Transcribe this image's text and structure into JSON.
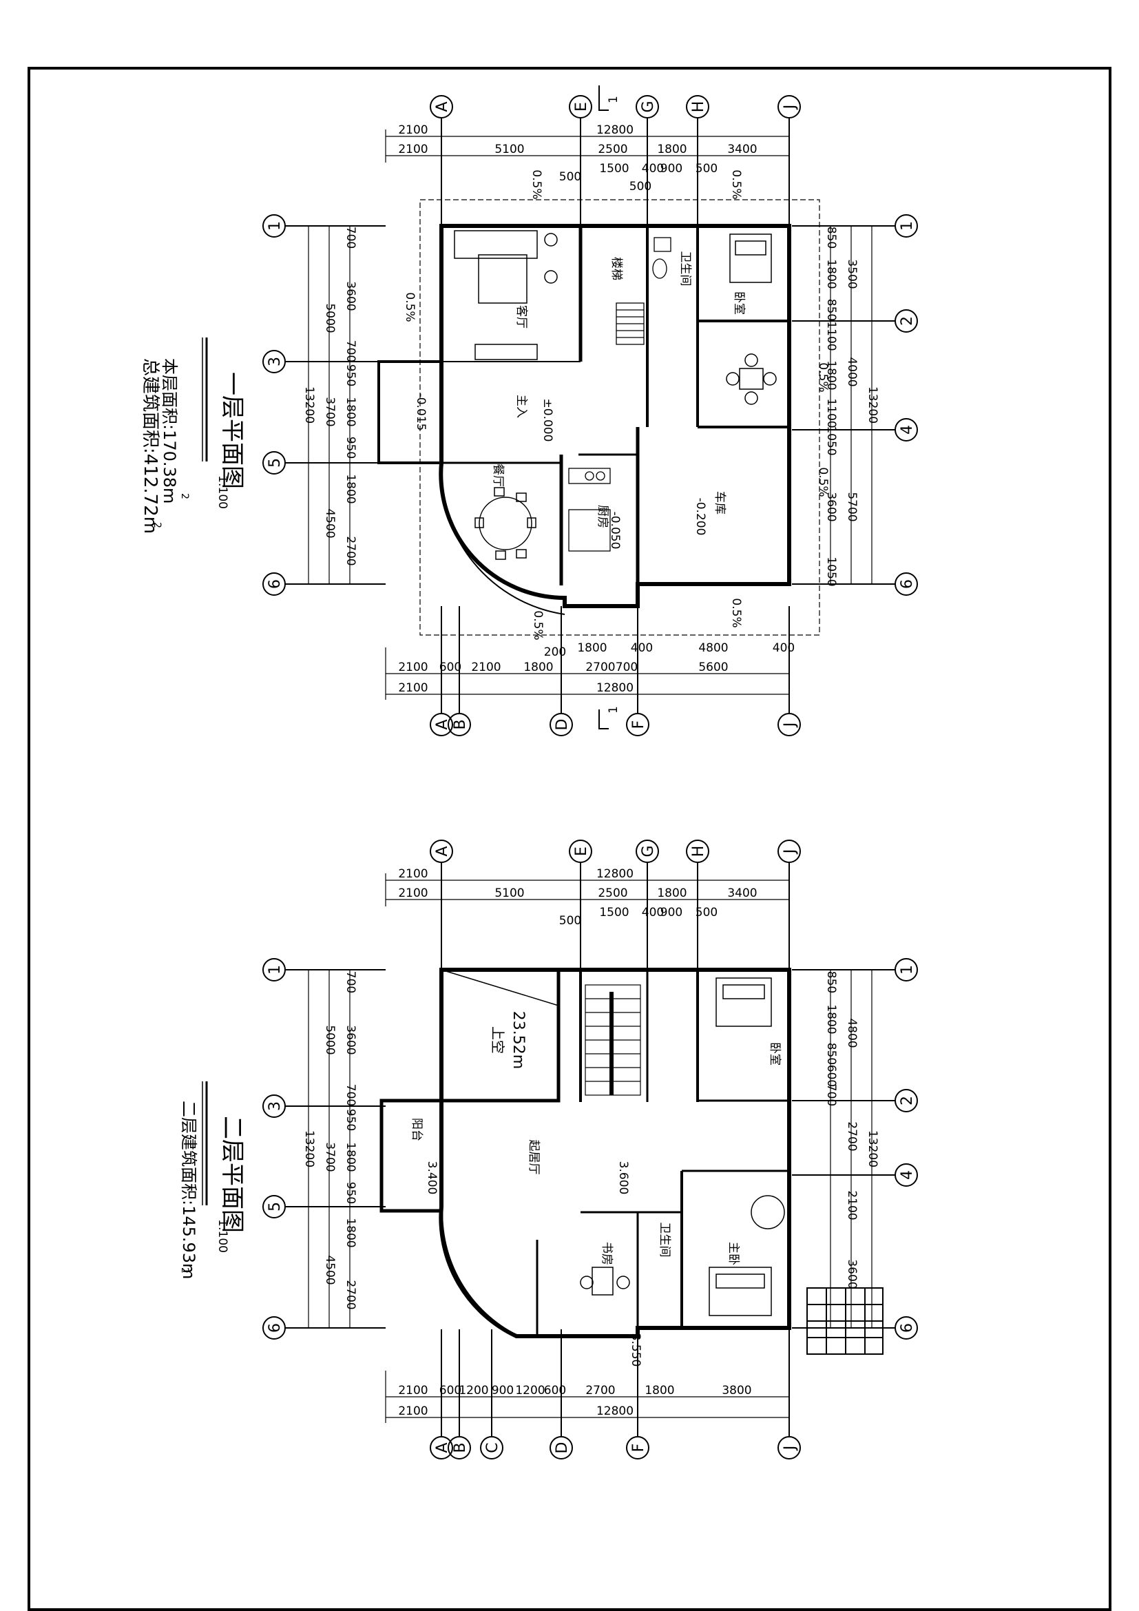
{
  "sheet": {
    "ground_floor": {
      "title": "一层平面图",
      "scale": "1:100",
      "area_line_1": "本层面积:170.38m",
      "area_line_2": "总建筑面积:412.72m",
      "area_sup": "2",
      "grid_axes_top": [
        "A",
        "E",
        "G",
        "H",
        "J"
      ],
      "grid_axes_bottom": [
        "A",
        "B",
        "D",
        "F",
        "J"
      ],
      "grid_axes_side": [
        "1",
        "2",
        "3",
        "4",
        "5",
        "6"
      ],
      "dims_top_total": "12800",
      "dims_top_left": "2100",
      "dims_top_spans": [
        "2100",
        "5100",
        "2500",
        "1800",
        "3400"
      ],
      "dims_top_detail": [
        "500",
        "1500",
        "400",
        "900",
        "500",
        "500"
      ],
      "dims_left_total": "13200",
      "dims_left_spans": [
        "5000",
        "3700",
        "4500"
      ],
      "dims_left_detail": [
        "700",
        "3600",
        "700",
        "950",
        "1800",
        "950",
        "1800",
        "2700"
      ],
      "dims_right_total": "13200",
      "dims_right_spans": [
        "3500",
        "4000",
        "5700"
      ],
      "dims_right_detail": [
        "850",
        "1800",
        "850",
        "1100",
        "1800",
        "1100",
        "1050",
        "3600",
        "1050"
      ],
      "dims_bottom_detail": [
        "2100",
        "600",
        "2100",
        "1800",
        "2700",
        "700",
        "5600"
      ],
      "dims_bottom_inner": [
        "200",
        "1800",
        "400",
        "4800",
        "400"
      ],
      "dims_bottom_total": "12800",
      "slope": "0.5%",
      "levels": [
        "±0.000",
        "-0.015",
        "-0.050",
        "-0.200"
      ],
      "rooms": [
        "客厅",
        "主入",
        "餐厅",
        "厨房",
        "车库",
        "卧室",
        "楼梯",
        "卫生间"
      ],
      "section_mark": "1"
    },
    "upper_floor": {
      "title": "二层平面图",
      "scale": "1:100",
      "area_line_1": "二层建筑面积:145.93m",
      "area_sup": "2",
      "grid_axes_top": [
        "A",
        "E",
        "G",
        "H",
        "J"
      ],
      "grid_axes_bottom": [
        "A",
        "B",
        "C",
        "D",
        "F",
        "J"
      ],
      "grid_axes_side": [
        "1",
        "2",
        "3",
        "4",
        "5",
        "6"
      ],
      "dims_top_total": "12800",
      "dims_top_left": "2100",
      "dims_top_spans": [
        "2100",
        "5100",
        "2500",
        "1800",
        "3400"
      ],
      "dims_top_detail": [
        "500",
        "1500",
        "400",
        "900",
        "500"
      ],
      "dims_left_total": "13200",
      "dims_left_spans": [
        "5000",
        "3700",
        "4500"
      ],
      "dims_left_detail": [
        "700",
        "3600",
        "700",
        "950",
        "1800",
        "950",
        "1800",
        "2700"
      ],
      "dims_right_total": "13200",
      "dims_right_spans": [
        "4800",
        "2700",
        "2100",
        "3600"
      ],
      "dims_right_detail": [
        "850",
        "1800",
        "850",
        "600",
        "700"
      ],
      "dims_bottom_detail": [
        "2100",
        "600",
        "1200",
        "900",
        "1200",
        "600",
        "2700",
        "1800",
        "3800"
      ],
      "dims_bottom_total": "12800",
      "void_label": "上空",
      "void_area": "23.52m",
      "levels": [
        "3.600",
        "3.550",
        "3.400"
      ],
      "rooms": [
        "起居厅",
        "卧室",
        "主卧",
        "书房",
        "卫生间",
        "阳台"
      ]
    }
  }
}
